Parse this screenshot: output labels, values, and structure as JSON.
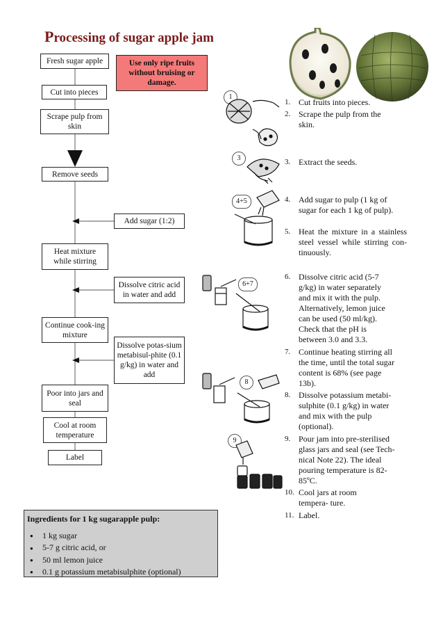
{
  "title": {
    "first_letter": "P",
    "rest": "rocessing of  sugar apple jam"
  },
  "flow": {
    "fresh": "Fresh sugar apple",
    "cut": "Cut into pieces",
    "scrape": "Scrape pulp from skin",
    "remove": "Remove seeds",
    "heat": "Heat mixture while stirring",
    "continue": "Continue cook-ing mixture",
    "pour": "Poor into jars and seal",
    "cool": "Cool at room temperature",
    "label": "Label"
  },
  "side": {
    "warning": "Use only ripe fruits without bruising or damage.",
    "sugar": "Add sugar (1:2)",
    "citric": "Dissolve citric acid in water and add",
    "metabisulphite": "Dissolve potas-sium metabisul-phite (0.1 g/kg) in water and add"
  },
  "markers": [
    "1",
    "3",
    "4+5",
    "6+7",
    "8",
    "9"
  ],
  "steps": [
    {
      "n": "1.",
      "text": "Cut fruits into pieces."
    },
    {
      "n": "2.",
      "text": "Scrape the pulp from the skin."
    },
    {
      "n": "3.",
      "text": "Extract the seeds."
    },
    {
      "n": "4.",
      "text": "Add sugar to pulp (1 kg of sugar for each 1 kg of pulp)."
    },
    {
      "n": "5.",
      "text": "Heat the mixture in a stainless steel vessel while stirring con- tinuously."
    },
    {
      "n": "6.",
      "text": "Dissolve citric acid (5-7 g/kg) in water separately and mix it with the pulp. Alternatively, lemon juice can be used (50 ml/kg). Check that the pH is between 3.0 and 3.3."
    },
    {
      "n": "7.",
      "text": "Continue heating stirring all the time, until the total sugar content is 68% (see page 13b)."
    },
    {
      "n": "8.",
      "text": "Dissolve potassium metabi- sulphite (0.1 g/kg) in water and mix with the pulp (optional)."
    },
    {
      "n": "9.",
      "text": "Pour jam into pre-sterilised glass jars and seal (see Tech- nical Note 22). The ideal pouring temperature is 82- 85ºC."
    },
    {
      "n": "10.",
      "text": "Cool jars at room tempera- ture."
    },
    {
      "n": "11.",
      "text": "Label."
    }
  ],
  "ingredients": {
    "heading": "Ingredients for 1 kg sugarapple pulp:",
    "items": [
      "1 kg sugar",
      "5-7 g citric acid, or",
      "50 ml lemon juice",
      "0.1 g potassium metabisulphite (optional)"
    ]
  }
}
